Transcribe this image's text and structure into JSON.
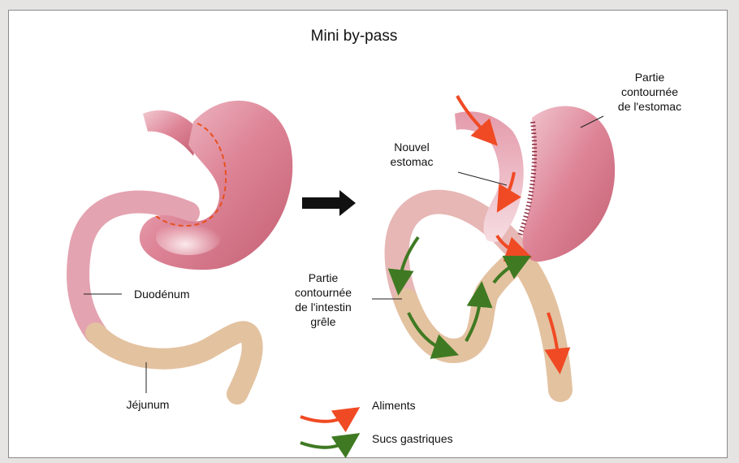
{
  "title": "Mini by-pass",
  "labels": {
    "duodenum": "Duodénum",
    "jejunum": "Jéjunum",
    "new_stomach_1": "Nouvel",
    "new_stomach_2": "estomac",
    "bypassed_stomach_1": "Partie",
    "bypassed_stomach_2": "contournée",
    "bypassed_stomach_3": "de l'estomac",
    "bypassed_intestine_1": "Partie",
    "bypassed_intestine_2": "contournée",
    "bypassed_intestine_3": "de l'intestin",
    "bypassed_intestine_4": "grêle"
  },
  "legend": {
    "food": "Aliments",
    "gastric_juices": "Sucs gastriques"
  },
  "colors": {
    "stomach": "#d9798b",
    "stomach_light": "#f0c4cd",
    "intestine": "#e3c2a0",
    "food_arrow": "#f04a24",
    "juice_arrow": "#3f7a22",
    "dashed_line": "#e8501e",
    "black_arrow": "#111111"
  }
}
